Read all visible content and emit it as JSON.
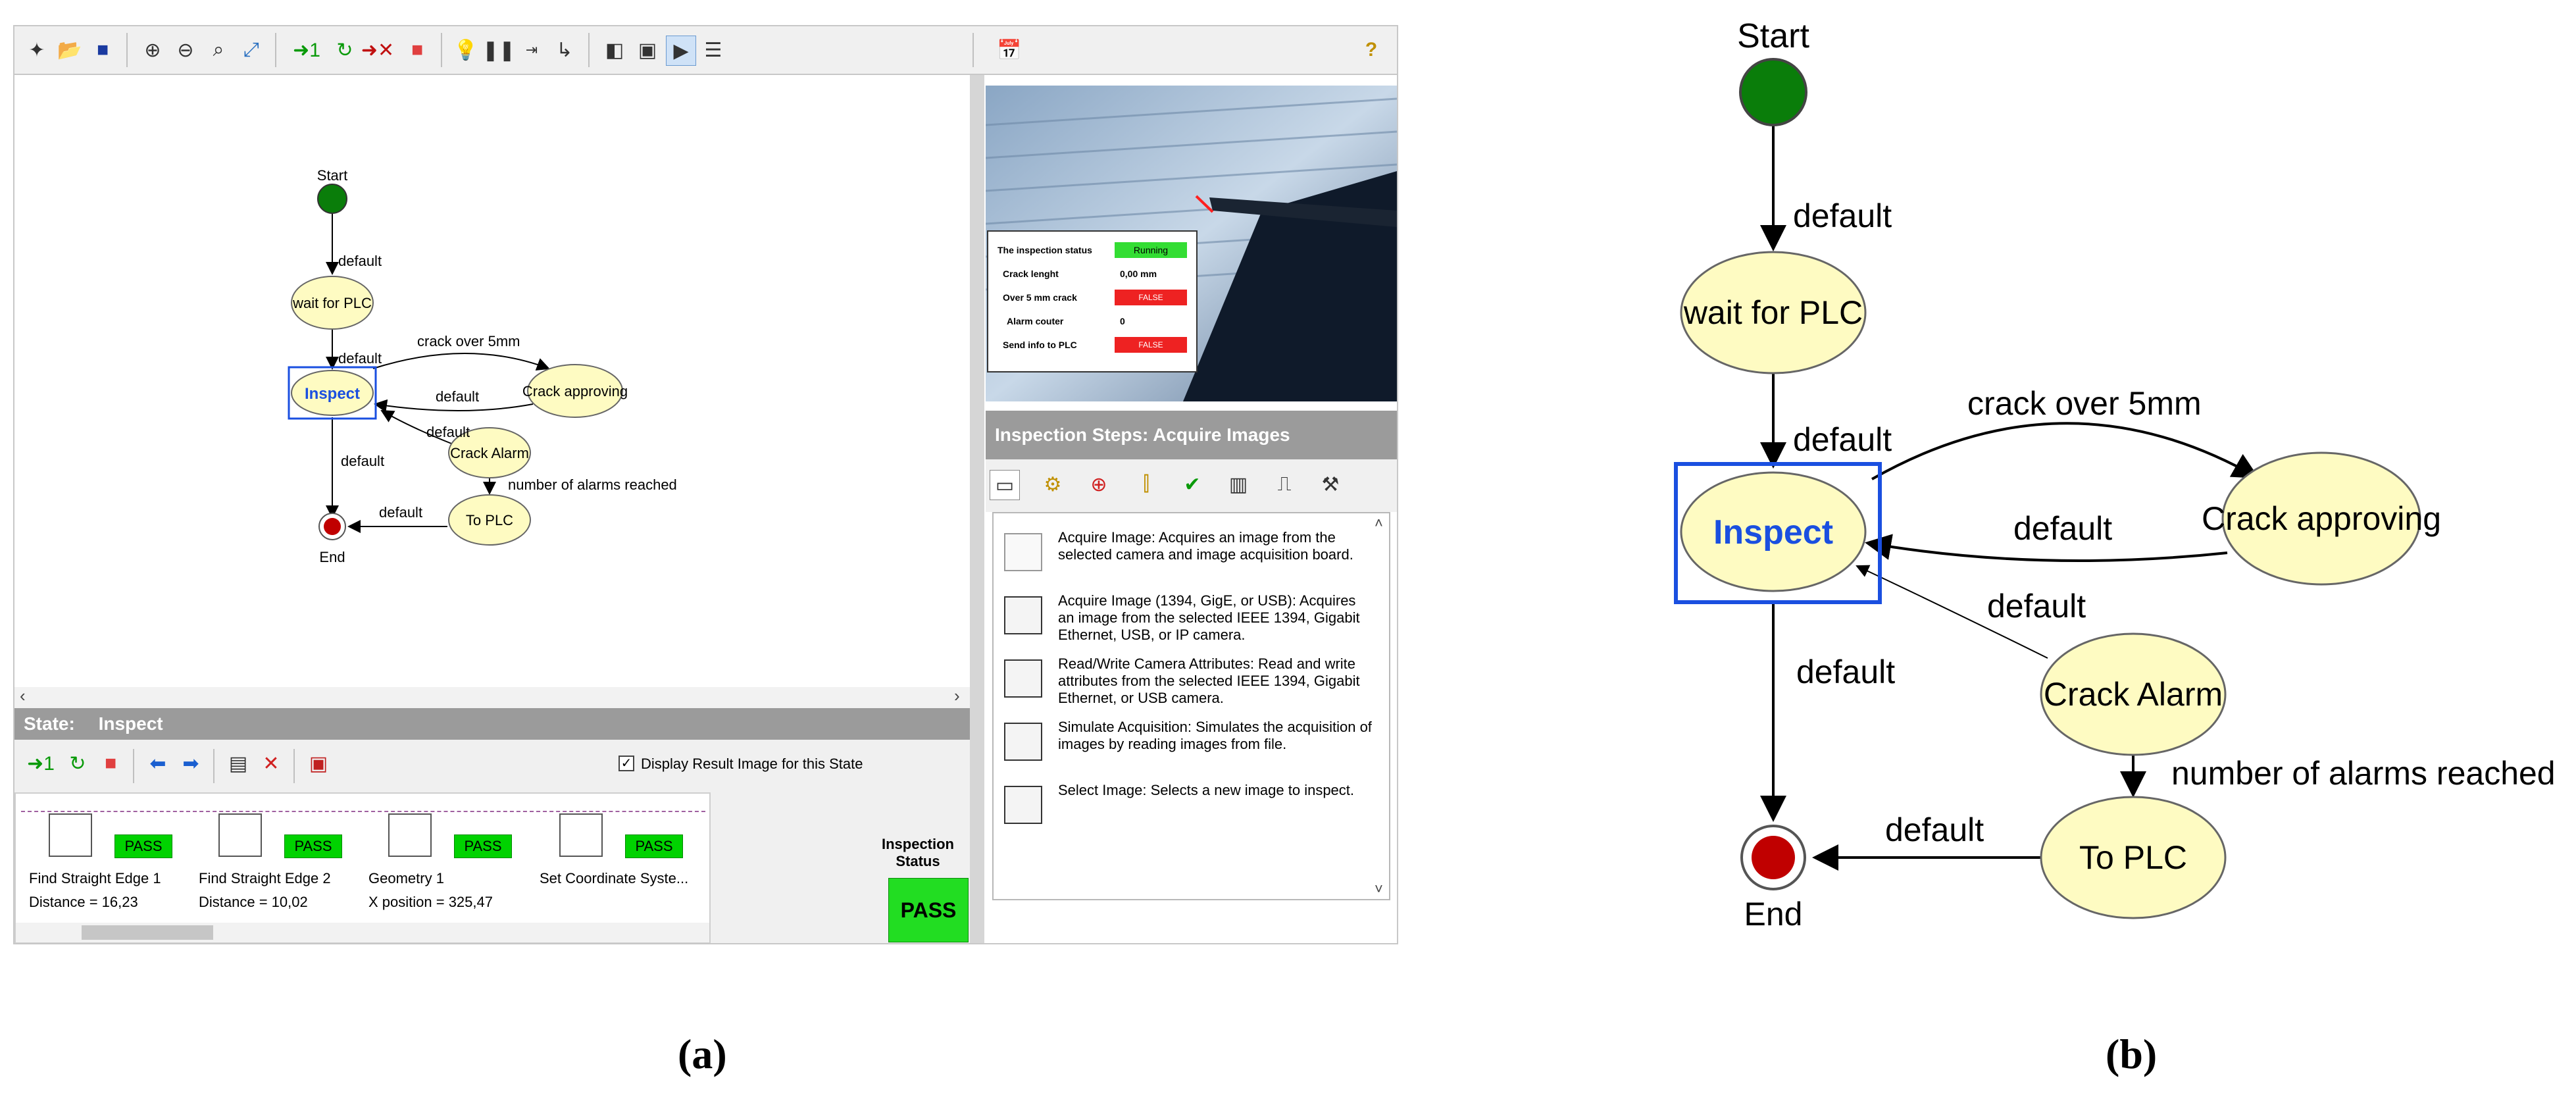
{
  "panel_a": {
    "diagram": {
      "nodes": {
        "start": "Start",
        "wait": "wait for PLC",
        "inspect": "Inspect",
        "crack_approving": "Crack approving",
        "crack_alarm": "Crack Alarm",
        "to_plc": "To PLC",
        "end": "End"
      },
      "edges": {
        "e1": "default",
        "e2": "default",
        "e3": "crack over 5mm",
        "e4": "default",
        "e5": "default",
        "e6": "default",
        "e7": "number of alarms reached",
        "e8": "default"
      }
    },
    "state_bar": {
      "label": "State:",
      "value": "Inspect"
    },
    "display_result_checkbox": {
      "label": "Display Result Image for this State",
      "checked": true
    },
    "steps": [
      {
        "name": "Find Straight Edge 1",
        "status": "PASS",
        "value": "Distance = 16,23"
      },
      {
        "name": "Find Straight Edge 2",
        "status": "PASS",
        "value": "Distance = 10,02"
      },
      {
        "name": "Geometry 1",
        "status": "PASS",
        "value": "X position = 325,47"
      },
      {
        "name": "Set Coordinate Syste...",
        "status": "PASS",
        "value": ""
      }
    ],
    "inspection_status": {
      "label": "Inspection Status",
      "value": "PASS"
    },
    "camera_overlay": {
      "rows": [
        {
          "label": "The inspection status",
          "value": "Running",
          "color": "#33dd33"
        },
        {
          "label": "Crack lenght",
          "value": "0,00 mm",
          "color": ""
        },
        {
          "label": "Over 5 mm crack",
          "value": "FALSE",
          "color": "#ee2222"
        },
        {
          "label": "Alarm couter",
          "value": "0",
          "color": ""
        },
        {
          "label": "Send info to PLC",
          "value": "FALSE",
          "color": "#ee2222"
        }
      ]
    },
    "inspection_steps": {
      "title": "Inspection Steps: Acquire Images",
      "items": [
        "Acquire Image:  Acquires an image from the selected camera and image acquisition board.",
        "Acquire Image (1394, GigE, or USB): Acquires an image from the selected IEEE 1394, Gigabit Ethernet, USB, or IP camera.",
        "Read/Write Camera Attributes:  Read and write attributes from the selected IEEE 1394, Gigabit Ethernet, or USB camera.",
        "Simulate Acquisition:  Simulates the acquisition of images by reading images from file.",
        "Select Image:  Selects a new image to inspect."
      ]
    }
  },
  "captions": {
    "a": "(a)",
    "b": "(b)"
  },
  "colors": {
    "node_fill": "#fefbc2",
    "pass": "#00d200",
    "selection": "#1a4fe0",
    "start": "#0a7d0a",
    "end": "#c00000"
  }
}
